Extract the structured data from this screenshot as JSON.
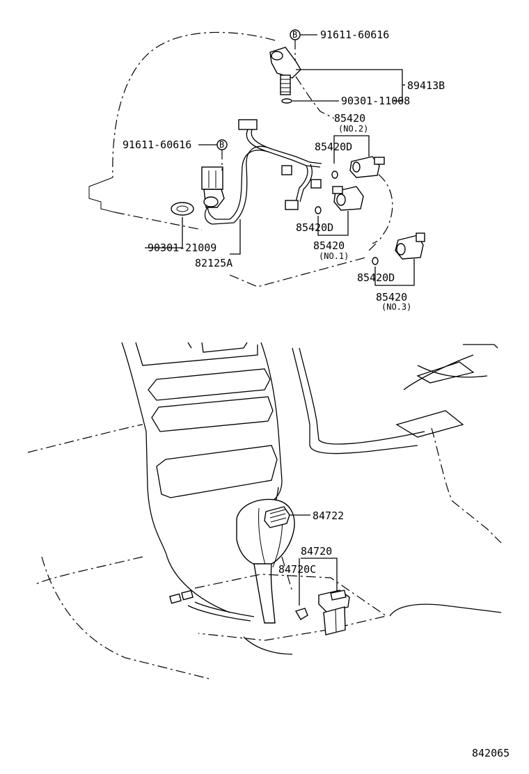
{
  "labels": {
    "top_bolt_1": "91611-60616",
    "sensor_assy": "89413B",
    "oring_1": "90301-11008",
    "sw_no2": "85420",
    "sw_no2_sub": "(NO.2)",
    "sw_no2_d": "85420D",
    "left_bolt": "91611-60616",
    "sw_no1_d": "85420D",
    "sw_no1": "85420",
    "sw_no1_sub": "(NO.1)",
    "oring_2": "90301-21009",
    "harness": "82125A",
    "sw_no3_d": "85420D",
    "sw_no3": "85420",
    "sw_no3_sub": "(NO.3)",
    "knob_sw": "84722",
    "console_sw": "84720",
    "console_sw_c": "84720C",
    "figure_number": "842065",
    "b_marker_1": "B",
    "b_marker_2": "B"
  }
}
